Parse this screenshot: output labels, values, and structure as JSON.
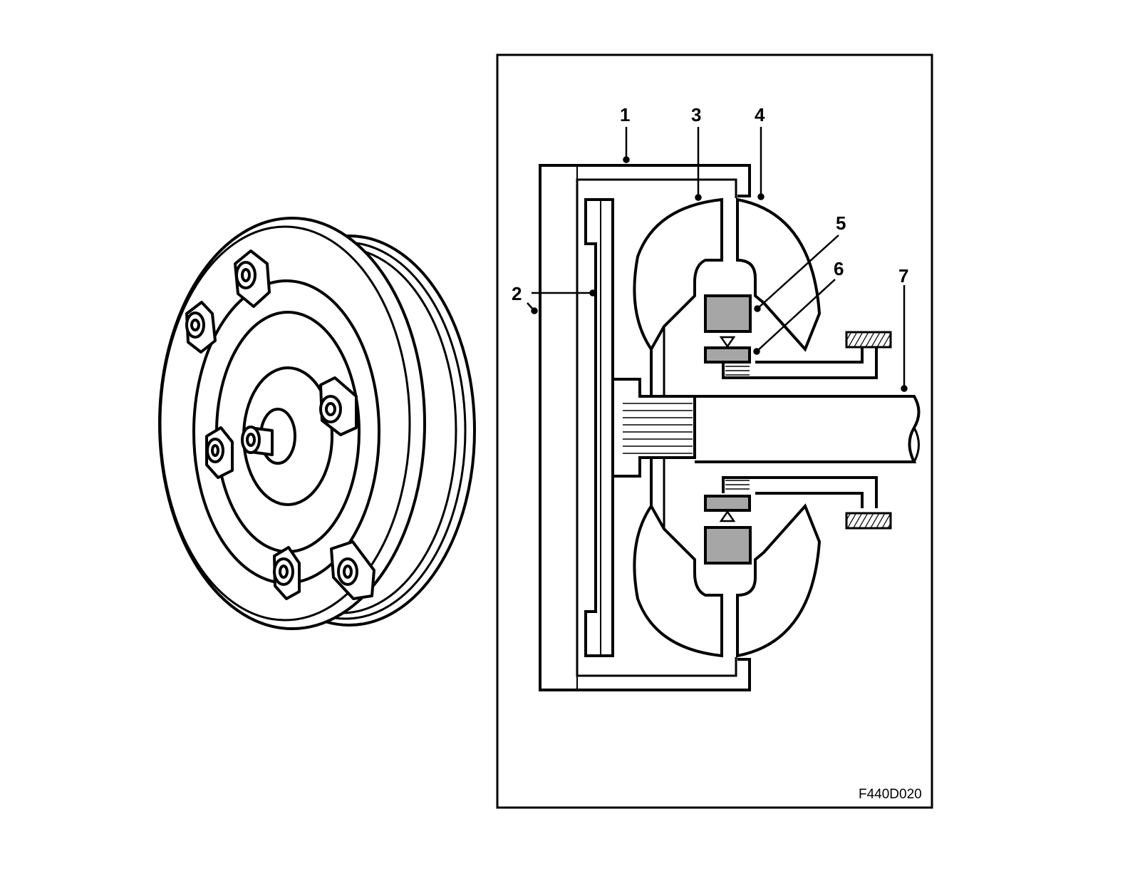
{
  "figure_code": "F440D020",
  "callouts": {
    "c1": "1",
    "c2": "2",
    "c3": "3",
    "c4": "4",
    "c5": "5",
    "c6": "6",
    "c7": "7"
  },
  "colors": {
    "stroke": "#000000",
    "fill_gray": "#a6a6a6",
    "background": "#ffffff"
  }
}
